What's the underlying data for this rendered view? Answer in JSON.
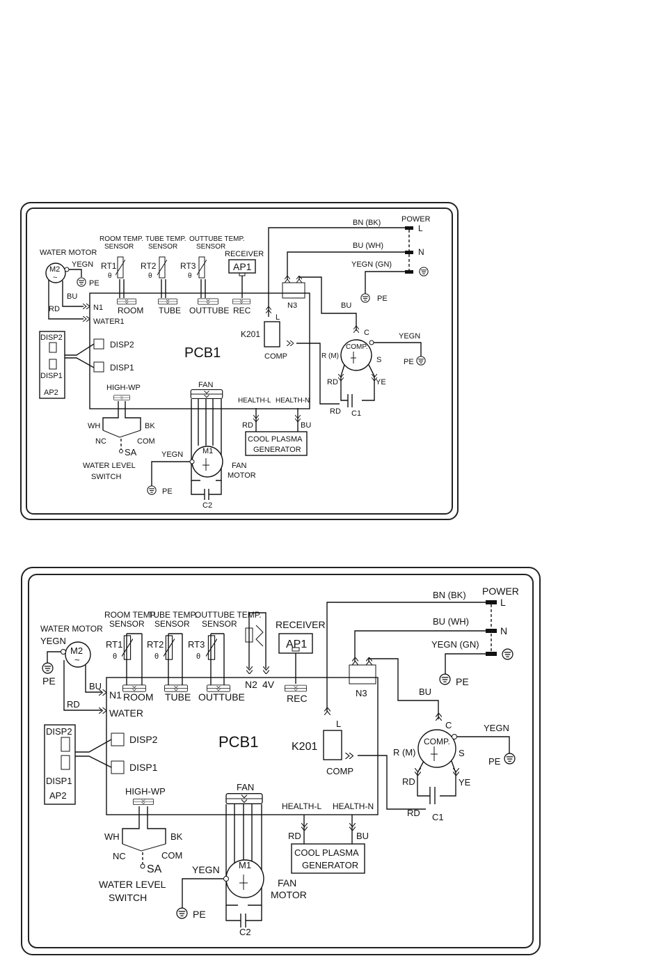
{
  "diagram_top": {
    "power": "POWER",
    "L": "L",
    "N": "N",
    "bn": "BN (BK)",
    "bu_wh": "BU (WH)",
    "yegn_gn": "YEGN (GN)",
    "pe": "PE",
    "room_sensor": "ROOM TEMP. SENSOR",
    "room_l1": "ROOM TEMP.",
    "room_l2": "SENSOR",
    "tube_l1": "TUBE TEMP.",
    "tube_l2": "SENSOR",
    "out_l1": "OUTTUBE TEMP.",
    "out_l2": "SENSOR",
    "receiver": "RECEIVER",
    "ap1": "AP1",
    "rt1": "RT1",
    "rt2": "RT2",
    "rt3": "RT3",
    "theta": "θ",
    "water_motor": "WATER MOTOR",
    "m2": "M2",
    "yegn": "YEGN",
    "bu": "BU",
    "rd": "RD",
    "n1": "N1",
    "water": "WATER1",
    "room": "ROOM",
    "tube": "TUBE",
    "outtube": "OUTTUBE",
    "rec": "REC",
    "n3": "N3",
    "k201": "K201",
    "comp": "COMP",
    "l_small": "L",
    "pcb": "PCB1",
    "disp2": "DISP2",
    "disp1": "DISP1",
    "ap2": "AP2",
    "high_wp": "HIGH-WP",
    "fan": "FAN",
    "health_l": "HEALTH-L",
    "health_n": "HEALTH-N",
    "wh": "WH",
    "bk": "BK",
    "nc": "NC",
    "com": "COM",
    "sa": "SA",
    "wls1": "WATER LEVEL",
    "wls2": "SWITCH",
    "m1": "M1",
    "fan_motor1": "FAN",
    "fan_motor2": "MOTOR",
    "c2": "C2",
    "cool1": "COOL PLASMA",
    "cool2": "GENERATOR",
    "compc": "COMP.",
    "c": "C",
    "s": "S",
    "rm": "R (M)",
    "ye": "YE",
    "c1": "C1",
    "bu2": "BU",
    "tilde": "~"
  },
  "diagram_bottom": {
    "power": "POWER",
    "L": "L",
    "N": "N",
    "bn": "BN (BK)",
    "bu_wh": "BU (WH)",
    "yegn_gn": "YEGN (GN)",
    "pe": "PE",
    "room_l1": "ROOM TEMP.",
    "room_l2": "SENSOR",
    "tube_l1": "TUBE TEMP.",
    "tube_l2": "SENSOR",
    "out_l1": "OUTTUBE TEMP.",
    "out_l2": "SENSOR",
    "receiver": "RECEIVER",
    "ap1": "AP1",
    "rt1": "RT1",
    "rt2": "RT2",
    "rt3": "RT3",
    "theta": "θ",
    "water_motor": "WATER MOTOR",
    "m2": "M2",
    "yegn": "YEGN",
    "bu": "BU",
    "rd": "RD",
    "n1": "N1",
    "water": "WATER",
    "n2": "N2",
    "v4": "4V",
    "room": "ROOM",
    "tube": "TUBE",
    "outtube": "OUTTUBE",
    "rec": "REC",
    "n3": "N3",
    "k201": "K201",
    "comp": "COMP",
    "l_small": "L",
    "pcb": "PCB1",
    "disp2": "DISP2",
    "disp1": "DISP1",
    "ap2": "AP2",
    "high_wp": "HIGH-WP",
    "fan": "FAN",
    "health_l": "HEALTH-L",
    "health_n": "HEALTH-N",
    "wh": "WH",
    "bk": "BK",
    "nc": "NC",
    "com": "COM",
    "sa": "SA",
    "wls1": "WATER LEVEL",
    "wls2": "SWITCH",
    "m1": "M1",
    "fan_motor1": "FAN",
    "fan_motor2": "MOTOR",
    "c2": "C2",
    "cool1": "COOL PLASMA",
    "cool2": "GENERATOR",
    "compc": "COMP.",
    "c": "C",
    "s": "S",
    "rm": "R (M)",
    "ye": "YE",
    "c1": "C1",
    "bu2": "BU",
    "tilde": "~"
  }
}
